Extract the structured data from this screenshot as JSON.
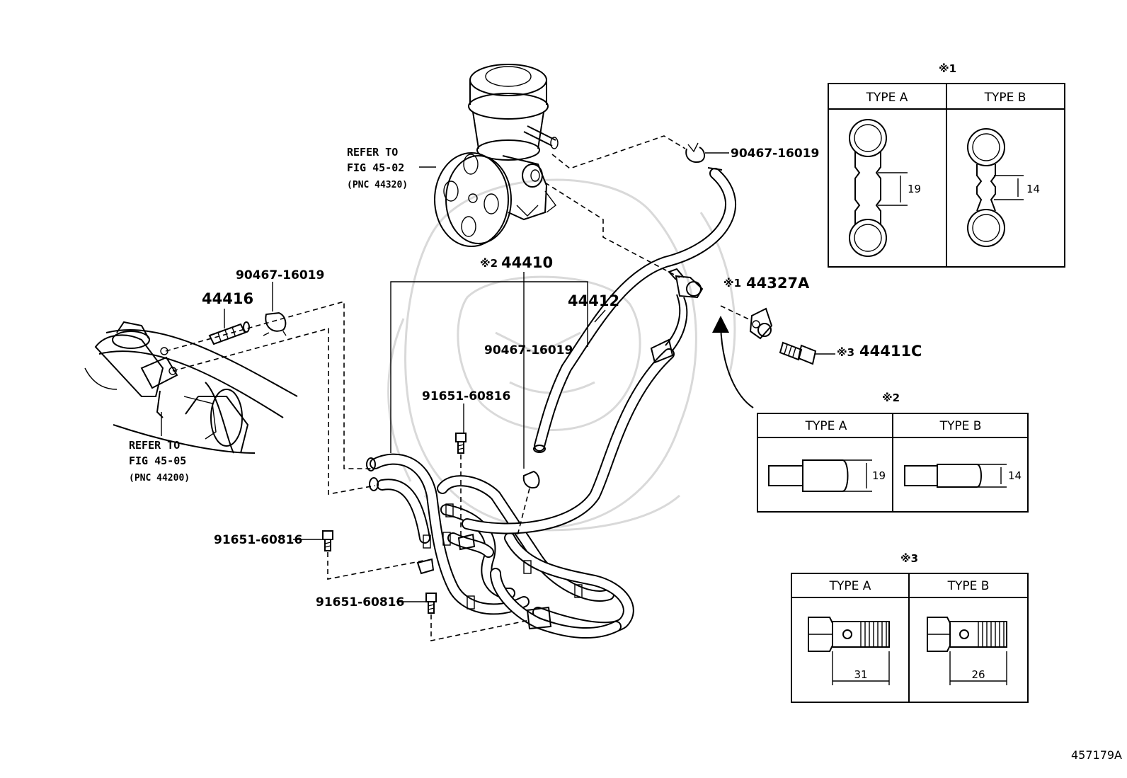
{
  "diagram": {
    "figure_code": "457179A",
    "labels": {
      "pump_refer": [
        "REFER TO",
        "FIG 45-02",
        "(PNC 44320)"
      ],
      "gear_refer": [
        "REFER TO",
        "FIG 45-05",
        "(PNC 44200)"
      ],
      "p_90467_top": "90467-16019",
      "p_90467_left": "90467-16019",
      "p_90467_mid": "90467-16019",
      "p_44416": "44416",
      "p_44410_mark": "※2",
      "p_44410": "44410",
      "p_44412": "44412",
      "p_44327A_mark": "※1",
      "p_44327A": "44327A",
      "p_44411C_mark": "※3",
      "p_44411C": "44411C",
      "p_91651_a": "91651-60816",
      "p_91651_b": "91651-60816",
      "p_91651_c": "91651-60816"
    },
    "insets": [
      {
        "mark": "※1",
        "type_a": "TYPE A",
        "type_b": "TYPE B",
        "dim_a": "19",
        "dim_b": "14"
      },
      {
        "mark": "※2",
        "type_a": "TYPE A",
        "type_b": "TYPE B",
        "dim_a": "19",
        "dim_b": "14"
      },
      {
        "mark": "※3",
        "type_a": "TYPE A",
        "type_b": "TYPE B",
        "dim_a": "31",
        "dim_b": "26"
      }
    ]
  }
}
